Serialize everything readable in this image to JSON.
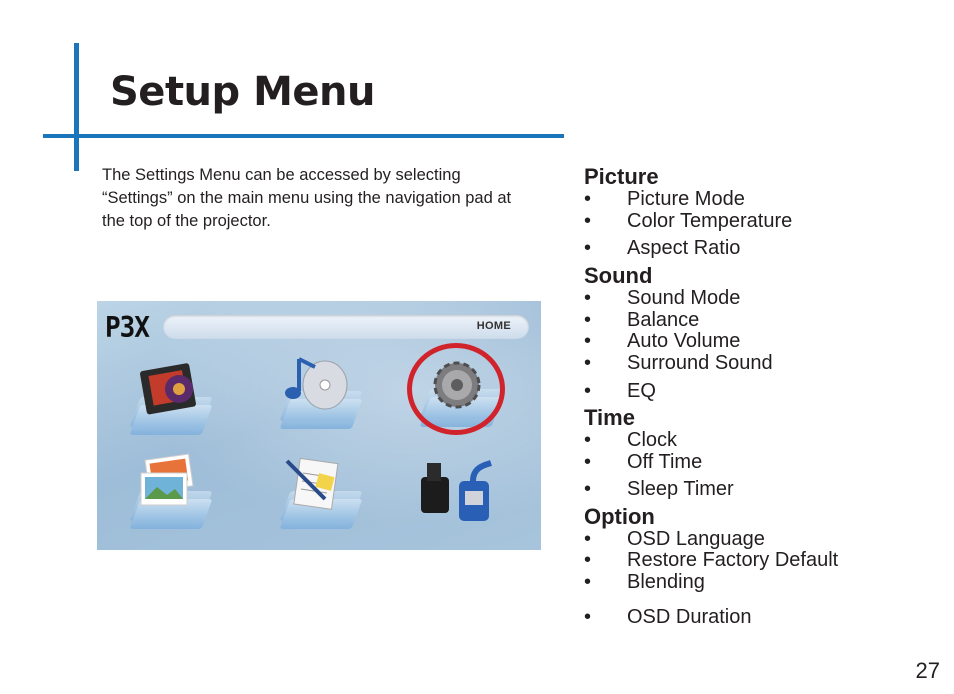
{
  "page": {
    "title": "Setup Menu",
    "intro": "The Settings Menu can be accessed by selecting “Settings” on the main menu using the navigation pad at the top of the projector.",
    "page_number": "27",
    "accent_color": "#1a75bb"
  },
  "screenshot": {
    "brand": "P3X",
    "home_label": "HOME",
    "tiles": [
      "video-icon",
      "music-icon",
      "settings-gear-icon",
      "photo-icon",
      "document-icon",
      "input-cables-icon"
    ],
    "highlight_color": "#d0232b"
  },
  "sections": [
    {
      "heading": "Picture",
      "items": [
        "Picture Mode",
        "Color Temperature",
        "Aspect Ratio"
      ]
    },
    {
      "heading": "Sound",
      "items": [
        "Sound Mode",
        "Balance",
        "Auto Volume",
        "Surround Sound",
        "EQ"
      ]
    },
    {
      "heading": "Time",
      "items": [
        "Clock",
        "Off Time",
        "Sleep Timer"
      ]
    },
    {
      "heading": "Option",
      "items": [
        "OSD Language",
        "Restore Factory Default",
        "Blending",
        "OSD Duration"
      ]
    }
  ],
  "bullet": "•"
}
